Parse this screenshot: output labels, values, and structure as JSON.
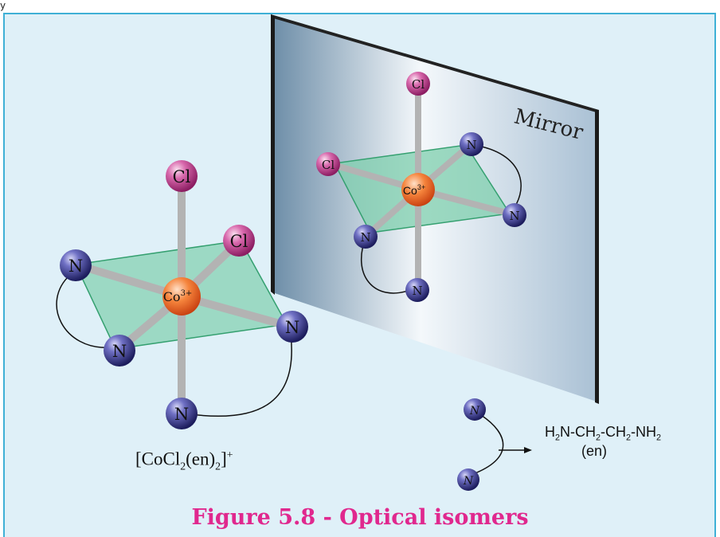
{
  "corner_glyph": "y",
  "mirror_label": "Mirror",
  "left_molecule": {
    "center": "Co",
    "center_charge": "3+",
    "ligand_cl": "Cl",
    "ligand_n": "N"
  },
  "right_molecule": {
    "center": "Co",
    "center_charge": "3+",
    "ligand_cl": "Cl",
    "ligand_n": "N"
  },
  "formula": {
    "open": "[CoCl",
    "sub1": "2",
    "mid": "(en)",
    "sub2": "2",
    "close": "]",
    "charge": "+"
  },
  "en_legend": {
    "atom": "N",
    "line1_parts": [
      "H",
      "2",
      "N-CH",
      "2",
      "-CH",
      "2",
      "-NH",
      "2"
    ],
    "line2": "(en)"
  },
  "caption": "Figure 5.8 - Optical isomers",
  "colors": {
    "panel_bg": "#dff0f8",
    "border": "#3fb0d6",
    "caption": "#e0288e",
    "n_atom": "#2c2c7a",
    "cl_atom": "#c8408c",
    "co_atom": "#f06a2a",
    "plane": "#7fcfae"
  }
}
